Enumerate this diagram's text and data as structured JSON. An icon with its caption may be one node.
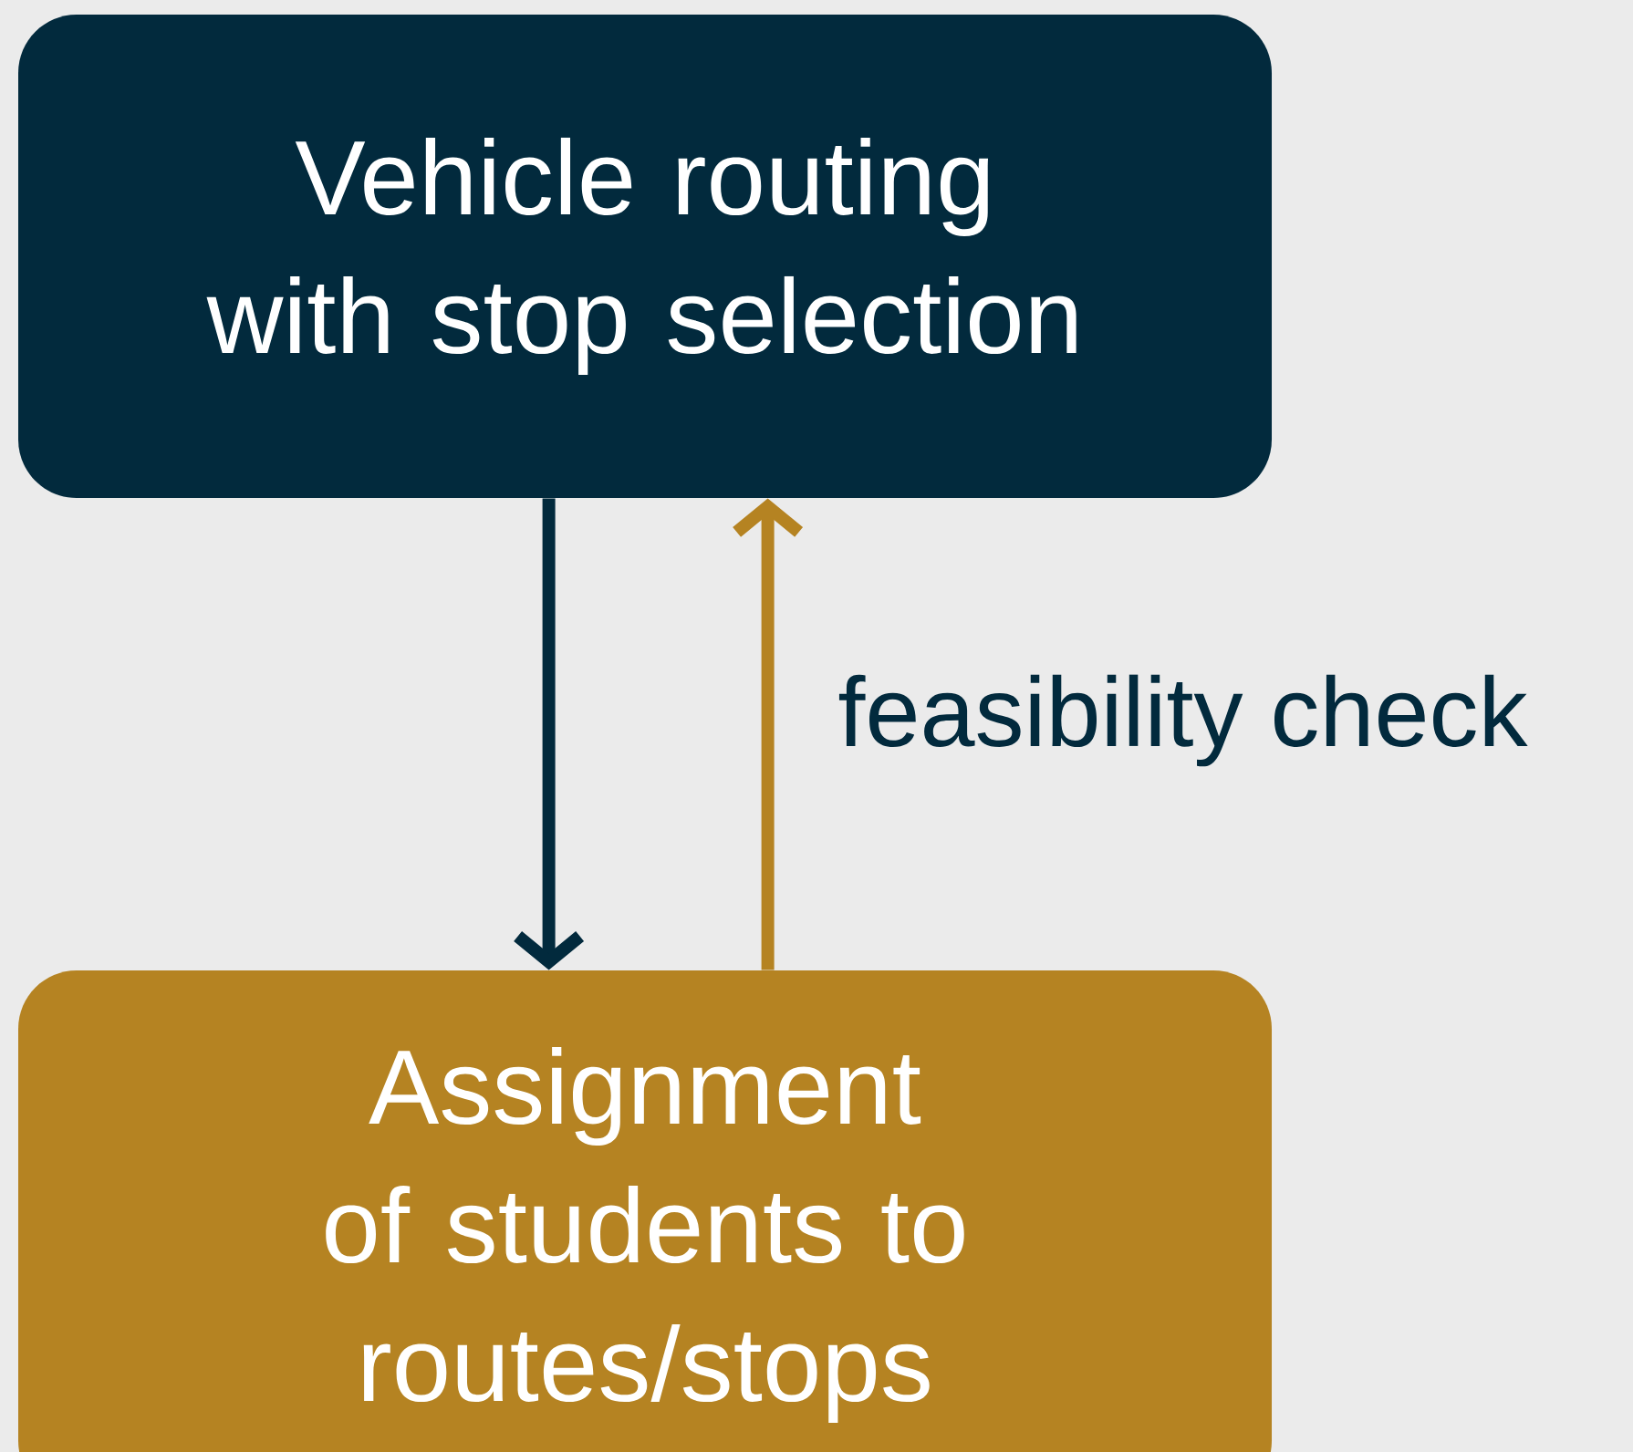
{
  "diagram": {
    "nodes": [
      {
        "text": [
          "Vehicle routing with stop selection"
        ]
      },
      {
        "text": [
          "Assignment of students to routes/stops"
        ]
      }
    ],
    "edges": [
      {
        "from": 0,
        "to": 1,
        "arrow": "to",
        "color": "#022a3d"
      },
      {
        "from": 1,
        "to": 0,
        "arrow": "to",
        "color": "#b58322",
        "label": "feasibility check"
      }
    ]
  }
}
